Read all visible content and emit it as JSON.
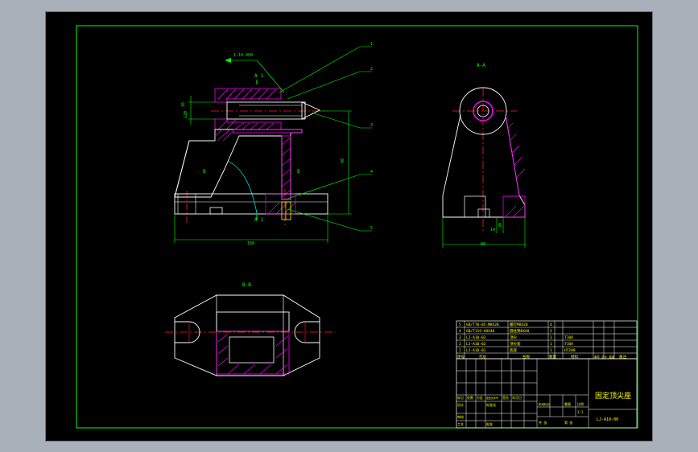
{
  "colors": {
    "background": "#000000",
    "frame": "#00ff00",
    "line": "#ffffff",
    "hatch": "#ff00ff",
    "center": "#ff2020",
    "dim": "#00ff00",
    "hidden": "#00ffff",
    "text_green": "#00ff00",
    "text_yellow": "#ffff00"
  },
  "views": {
    "main": {
      "section_a_top": "A 1",
      "section_a_bottom": "A 1",
      "section_b_left": "B",
      "section_b_right": "B",
      "taper_note": "1:10.000",
      "dim_height": "90",
      "dim_length": "150",
      "dim_small_a": "26",
      "dim_small_b": "120"
    },
    "side": {
      "title": "A-A",
      "dim_width": "80",
      "dim_small_a": "20",
      "dim_small_b": "14"
    },
    "bottom": {
      "title": "B-B"
    }
  },
  "balloons": [
    "1",
    "2",
    "3",
    "4",
    "5"
  ],
  "bom_rows": [
    {
      "no": "5",
      "code": "GB/T70-85-M8X20",
      "name": "螺钉M8X20",
      "qty": "4",
      "material": "",
      "note": ""
    },
    {
      "no": "4",
      "code": "GB/T119-A8X40",
      "name": "圆柱销8X40",
      "qty": "2",
      "material": "",
      "note": ""
    },
    {
      "no": "3",
      "code": "LJ-A10-03",
      "name": "顶尖",
      "qty": "1",
      "material": "T10A",
      "note": ""
    },
    {
      "no": "2",
      "code": "LJ-A10-02",
      "name": "顶尖套",
      "qty": "1",
      "material": "T10A",
      "note": ""
    },
    {
      "no": "1",
      "code": "LJ-A10-01",
      "name": "底座",
      "qty": "1",
      "material": "HT200",
      "note": ""
    }
  ],
  "bom_header": [
    "序号",
    "代号",
    "名称",
    "数量",
    "材料",
    "单件 总计 重量",
    "备注"
  ],
  "title_block": {
    "drawing_name": "固定顶尖座",
    "drawing_code": "LJ-A10-00",
    "labels": [
      "标记",
      "处数",
      "分区",
      "更改文件号",
      "签名",
      "年月日",
      "设计",
      "标准化",
      "审核",
      "工艺",
      "批准",
      "阶段标记",
      "重量",
      "比例",
      "共 张",
      "第 张"
    ],
    "scale": "1:1"
  }
}
